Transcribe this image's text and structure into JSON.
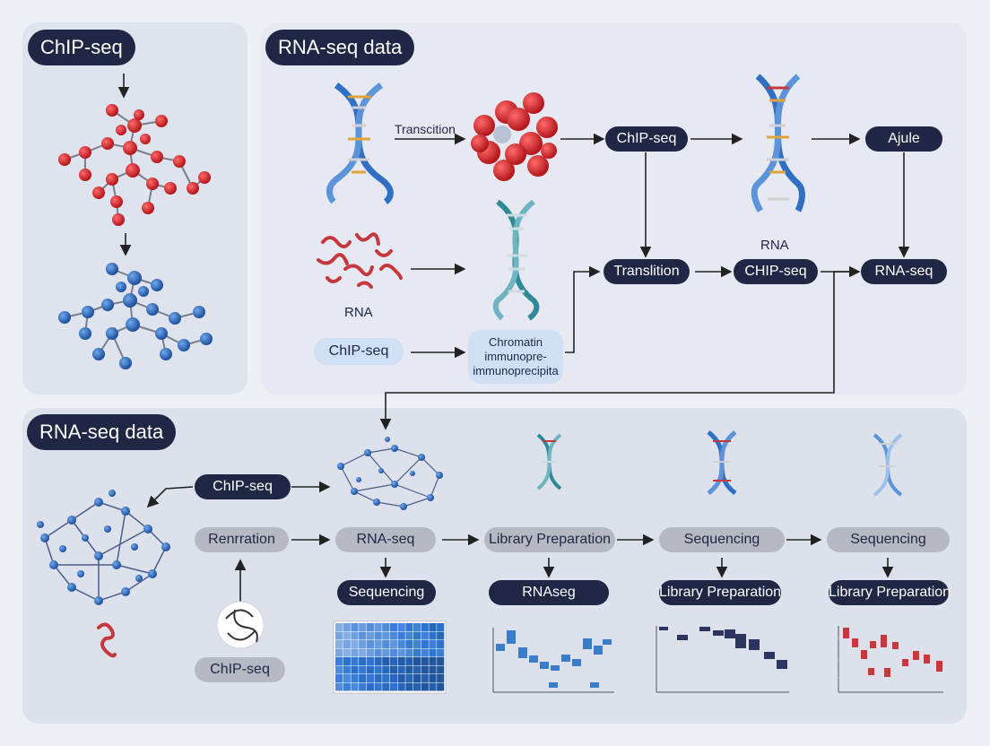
{
  "panels": {
    "left": {
      "title": "ChIP-seq"
    },
    "top_right": {
      "title": "RNA-seq data",
      "transcition_label": "Transcition",
      "rna_label_left": "RNA",
      "rna_label_right": "RNA",
      "chipseq_light": "ChIP-seq",
      "chromatin": [
        "Chromatin",
        "immunopre-",
        "immunoprecipita"
      ],
      "node_chipseq_1": "ChIP-seq",
      "node_ajule": "Ajule",
      "node_translition": "Translition",
      "node_chipseq_2": "CHIP-seq",
      "node_rnaseq": "RNA-seq"
    },
    "bottom": {
      "title": "RNA-seq data",
      "chipseq_top": "ChIP-seq",
      "renrration": "Renrration",
      "chipseq_bottom": "ChIP-seq",
      "stages": [
        {
          "grey": "RNA-seq",
          "dark": "Sequencing"
        },
        {
          "grey": "Library Preparation",
          "dark": "RNAseg"
        },
        {
          "grey": "Sequencing",
          "dark": "Library Preparation"
        },
        {
          "grey": "Sequencing",
          "dark": "Library Preparation"
        }
      ]
    }
  },
  "colors": {
    "navy": "#1f2744",
    "red_atom": "#d4252b",
    "blue_atom": "#2f6fc4",
    "helix_blue": "#3b7fd0"
  },
  "icons": [
    "dna-helix-icon",
    "molecule-icon",
    "arrow-icon",
    "lens-icon",
    "heatmap-icon"
  ]
}
